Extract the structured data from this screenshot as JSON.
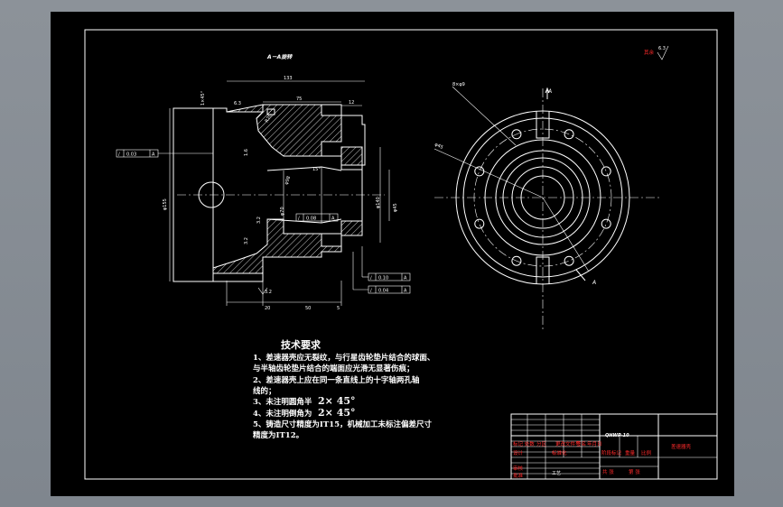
{
  "section_title": "A－A旋转",
  "roughness_note": {
    "mark": "其余",
    "value": "6.3"
  },
  "dimensions": {
    "top": [
      "133",
      "75",
      "12"
    ],
    "left_dia": "φ155",
    "chamfer_top": "1×45°",
    "roughness_top": "6.3",
    "r_mark": "R20",
    "small_left": [
      "1.6",
      "3.2",
      "3.2"
    ],
    "inner_dia": [
      "φ70",
      "φ98",
      "φ140",
      "φ45"
    ],
    "bottom": [
      "20",
      "50",
      "5"
    ],
    "roughness_bottom": "3.2",
    "angle": "15°",
    "bolt_holes": "8×φ9",
    "pcd": "φ45",
    "section_marks": [
      "A",
      "A"
    ]
  },
  "tolerance_frames": [
    {
      "symbol": "/",
      "value": "0.03",
      "datum": "A"
    },
    {
      "symbol": "/",
      "value": "0.08",
      "datum": "A"
    },
    {
      "symbol": "/",
      "value": "0.10",
      "datum": "A"
    },
    {
      "symbol": "/",
      "value": "0.04",
      "datum": "A"
    }
  ],
  "tech_requirements": {
    "title": "技术要求",
    "lines": [
      "1、差速器壳应无裂纹，与行星齿轮垫片结合的球面、",
      "与半轴齿轮垫片结合的端面应光滑无显著伤痕；",
      "2、差速器壳上应在同一条直线上的十字轴两孔轴",
      "线的；",
      "3、未注明圆角半",
      "4、未注明倒角为",
      "5、铸造尺寸精度为IT15，机械加工未标注偏差尺寸",
      "精度为IT12。"
    ],
    "line3_value": "2× 45°",
    "line4_value": "2× 45°"
  },
  "title_block": {
    "drawing_no": "QHWP-10",
    "part_name": "差速器壳",
    "cells": [
      "标记 处数",
      "分区",
      "更改文件号",
      "签名",
      "年月日",
      "设计",
      "标准化",
      "阶段标记",
      "重量",
      "比例",
      "审核",
      "工艺",
      "批准",
      "共 张",
      "第 张"
    ]
  },
  "colors": {
    "sheet": "#000000",
    "line": "#ffffff",
    "accent_red": "#ff2a2a",
    "viewer_bg": "#8a9098"
  }
}
